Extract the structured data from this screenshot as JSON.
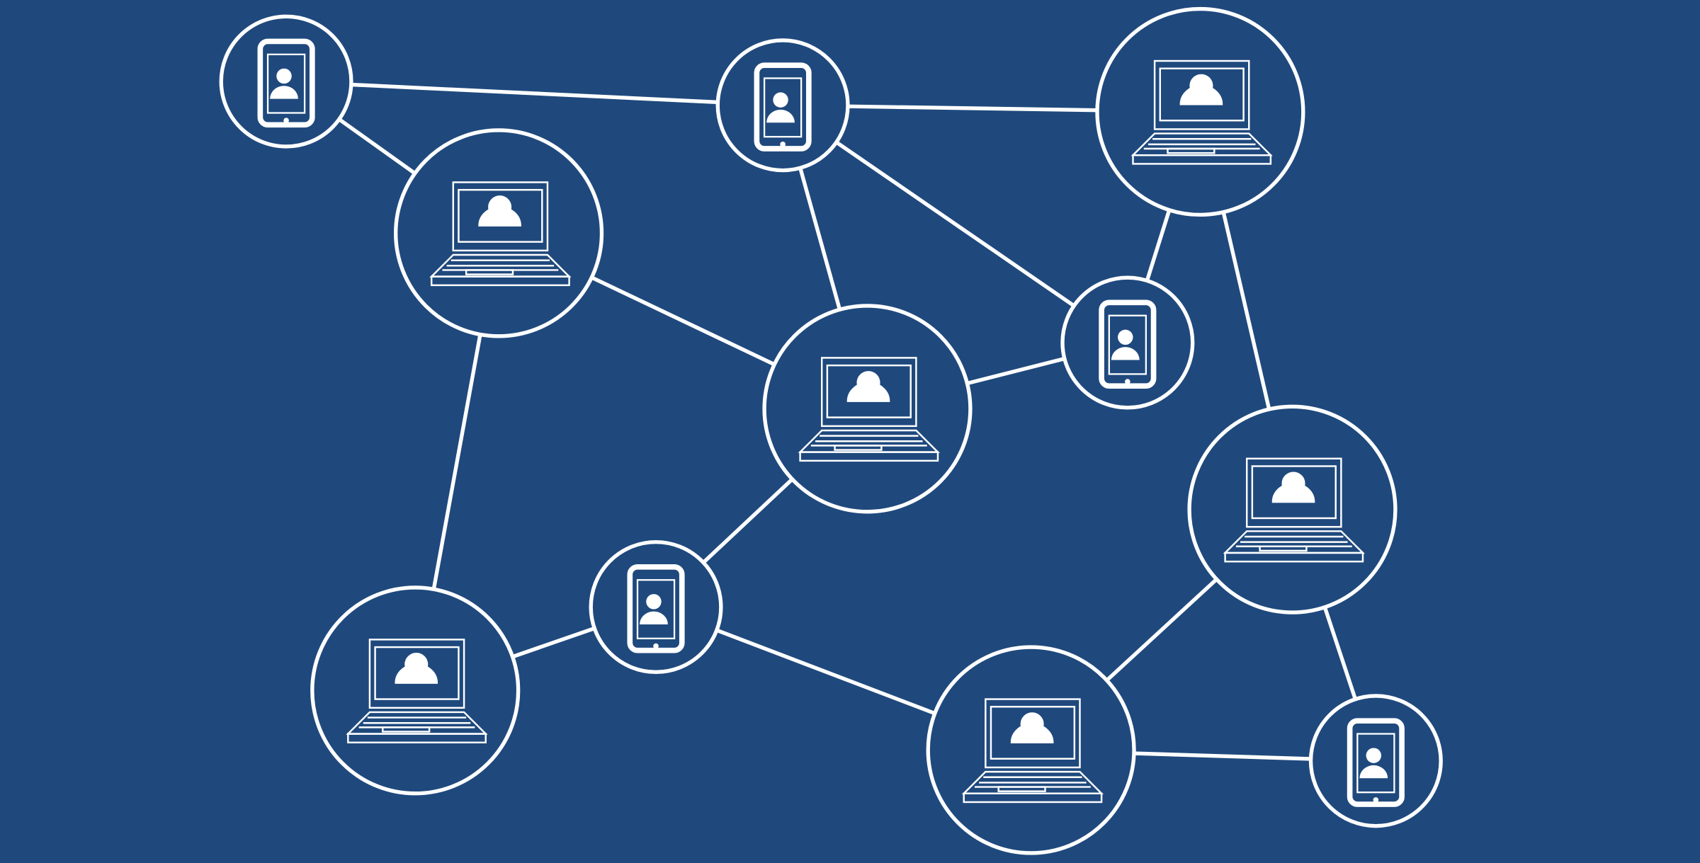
{
  "diagram": {
    "background_color": "#1f497d",
    "line_color": "#ffffff",
    "nodes": [
      {
        "id": "n1",
        "device": "phone"
      },
      {
        "id": "n2",
        "device": "laptop"
      },
      {
        "id": "n3",
        "device": "phone"
      },
      {
        "id": "n4",
        "device": "laptop"
      },
      {
        "id": "n5",
        "device": "phone"
      },
      {
        "id": "n6",
        "device": "laptop"
      },
      {
        "id": "n7",
        "device": "laptop"
      },
      {
        "id": "n8",
        "device": "phone"
      },
      {
        "id": "n9",
        "device": "laptop"
      },
      {
        "id": "n10",
        "device": "laptop"
      },
      {
        "id": "n11",
        "device": "phone"
      }
    ],
    "edges": [
      [
        "n1",
        "n3"
      ],
      [
        "n1",
        "n2"
      ],
      [
        "n3",
        "n4"
      ],
      [
        "n3",
        "n6"
      ],
      [
        "n3",
        "n5"
      ],
      [
        "n4",
        "n5"
      ],
      [
        "n4",
        "n7"
      ],
      [
        "n2",
        "n6"
      ],
      [
        "n2",
        "n9"
      ],
      [
        "n6",
        "n5"
      ],
      [
        "n6",
        "n8"
      ],
      [
        "n8",
        "n9"
      ],
      [
        "n8",
        "n10"
      ],
      [
        "n7",
        "n10"
      ],
      [
        "n7",
        "n11"
      ],
      [
        "n10",
        "n11"
      ]
    ]
  }
}
